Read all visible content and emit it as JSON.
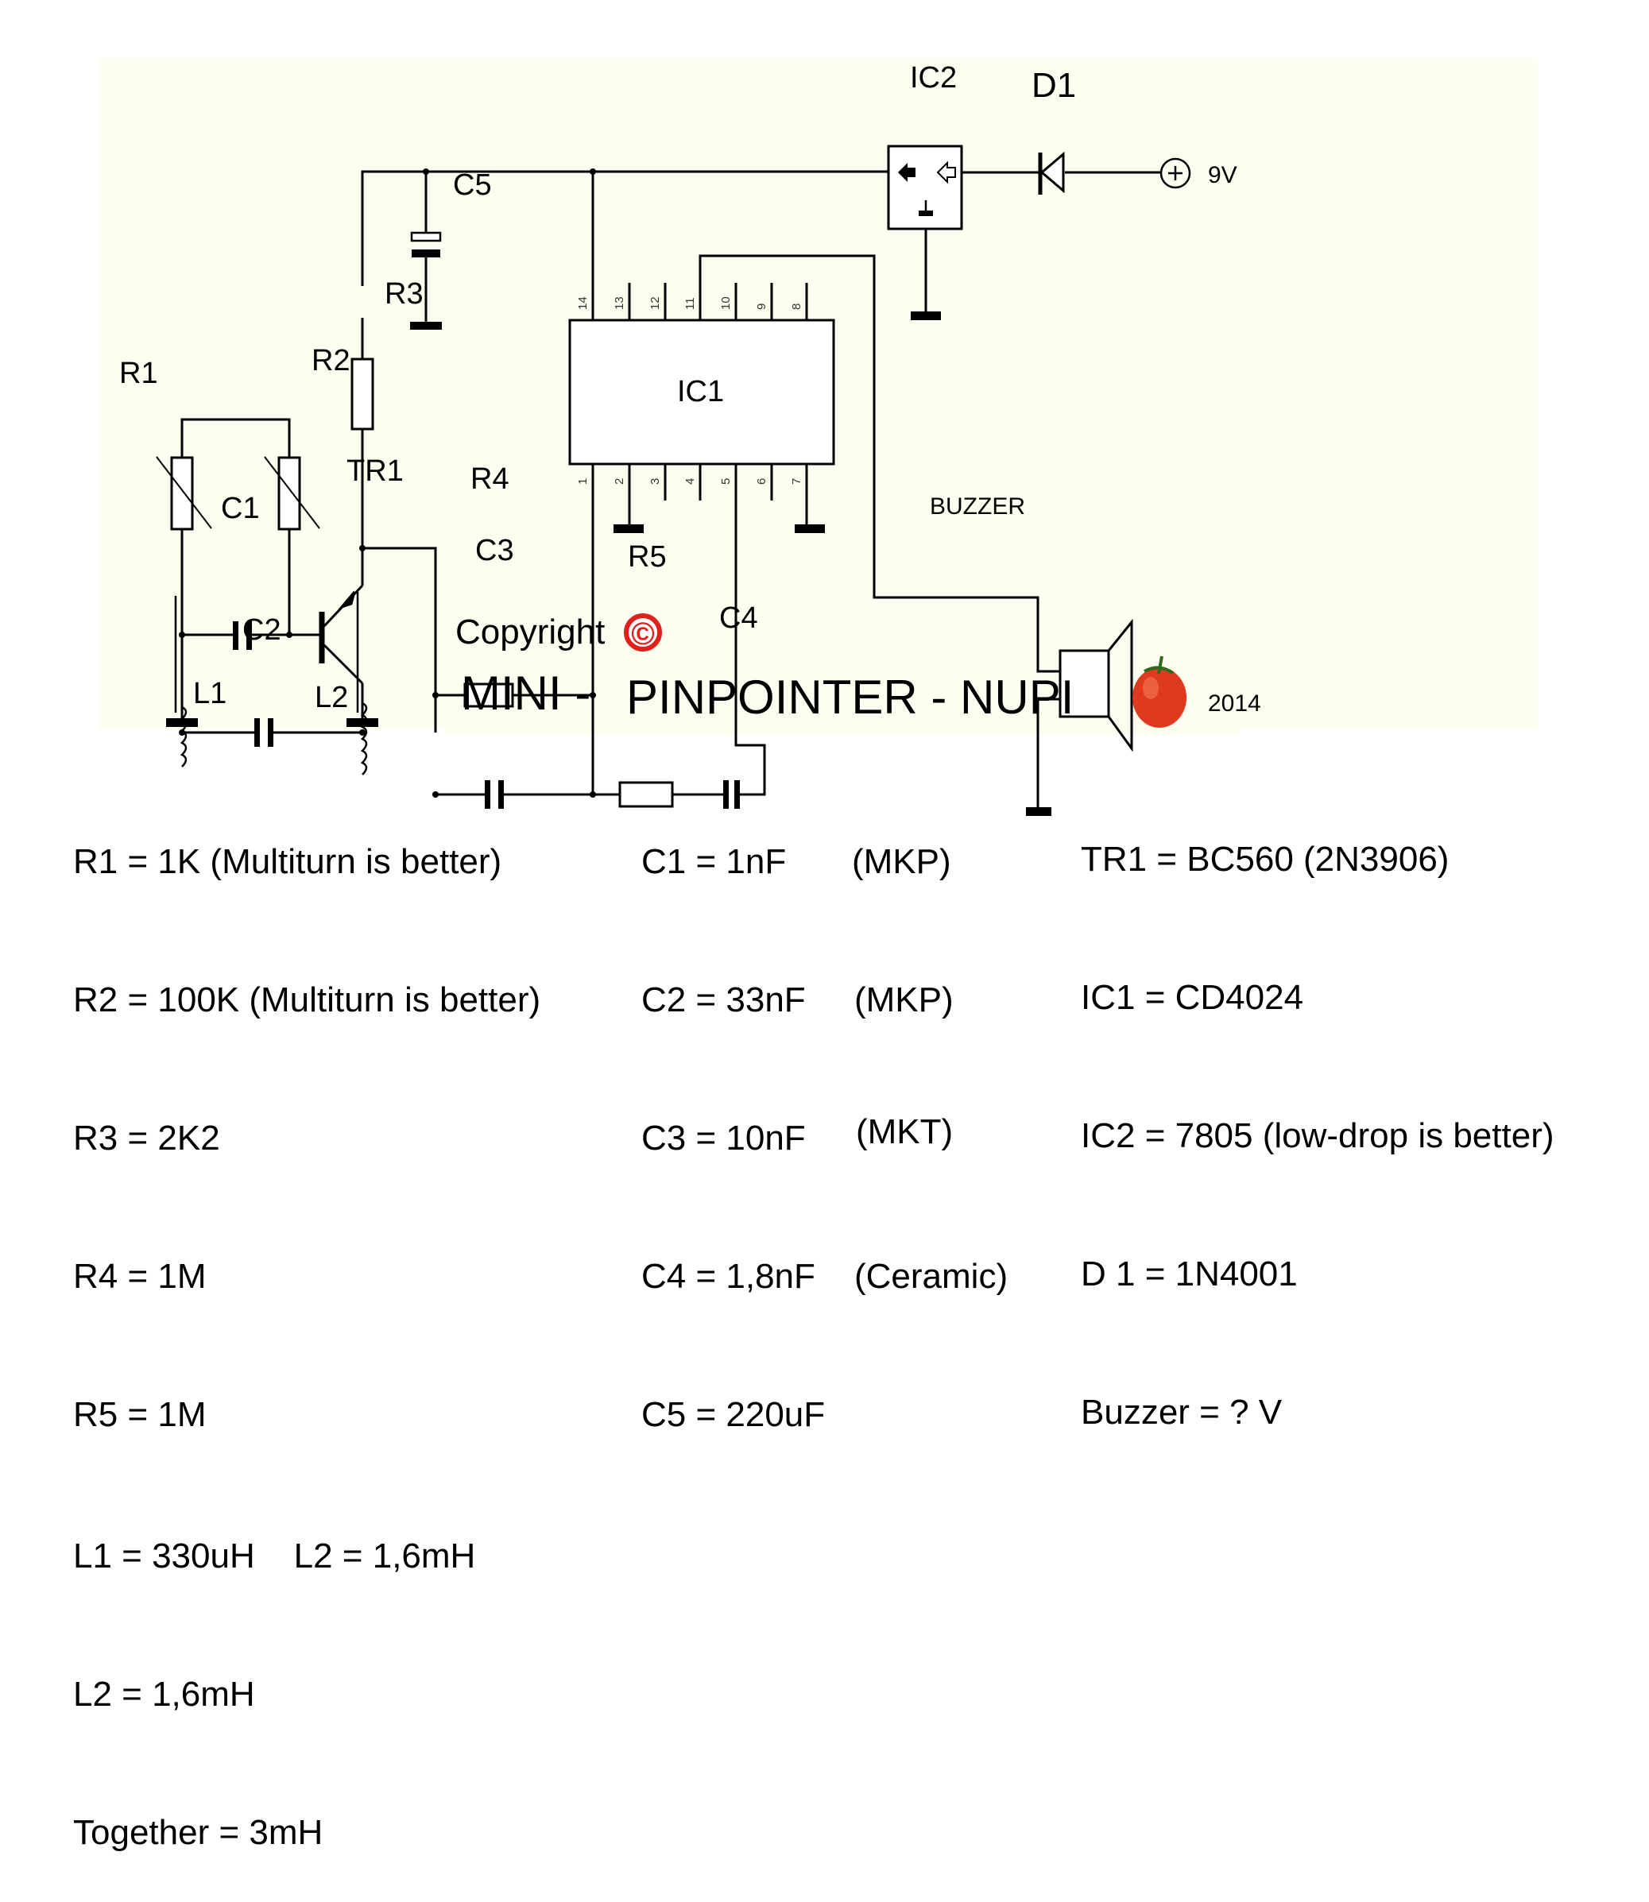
{
  "title": {
    "text_left": "MINI -",
    "text_right": "PINPOINTER - NUPI",
    "year": "2014",
    "copyright": "Copyright",
    "copyright_symbol": "©",
    "logo_icon": "tomato-icon"
  },
  "colors": {
    "panel_background": "#fdfdf0",
    "line": "#000000",
    "copyright_red": "#e0201b",
    "tomato_red": "#e03a1e",
    "tomato_stem": "#2f6b1f"
  },
  "schematic": {
    "labels": {
      "ic1": "IC1",
      "ic2": "IC2",
      "d1": "D1",
      "supply": "9V",
      "c1": "C1",
      "c2": "C2",
      "c3": "C3",
      "c4": "C4",
      "c5": "C5",
      "r1": "R1",
      "r2": "R2",
      "r3": "R3",
      "r4": "R4",
      "r5": "R5",
      "l1": "L1",
      "l2": "L2",
      "tr1": "TR1",
      "buzzer": "BUZZER"
    },
    "ic1_top_pins": [
      "14",
      "13",
      "12",
      "11",
      "10",
      "9",
      "8"
    ],
    "ic1_bottom_pins": [
      "1",
      "2",
      "3",
      "4",
      "5",
      "6",
      "7"
    ]
  },
  "parts_list": {
    "column1": [
      "R1 = 1K (Multiturn is better)",
      "R2 = 100K (Multiturn is better)",
      "R3 = 2K2",
      "R4 = 1M",
      "R5 = 1M",
      "L1 = 330uH    L2 = 1,6mH",
      "L2 = 1,6mH",
      "Together = 3mH"
    ],
    "column2": [
      {
        "value": "C1 = 1nF",
        "type": "(MKP)"
      },
      {
        "value": "C2 = 33nF",
        "type": "(MKP)"
      },
      {
        "value": "C3 = 10nF",
        "type": "(MKT)"
      },
      {
        "value": "C4 = 1,8nF",
        "type": "(Ceramic)"
      },
      {
        "value": "C5 = 220uF",
        "type": ""
      }
    ],
    "column3": [
      "TR1 = BC560 (2N3906)",
      "IC1 = CD4024",
      "IC2 = 7805 (low-drop is better)",
      "D 1 = 1N4001",
      "Buzzer = ? V"
    ]
  }
}
